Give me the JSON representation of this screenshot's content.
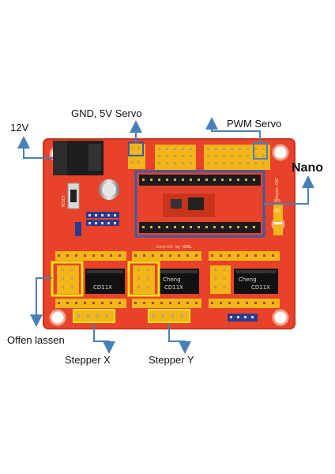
{
  "labels": {
    "gnd_5v_servo": "GND, 5V Servo",
    "pwm_servo": "PWM Servo",
    "v12": "12V",
    "nano": "Nano",
    "offen_lassen": "Offen lassen",
    "stepper_x": "Stepper X",
    "stepper_y": "Stepper Y"
  },
  "board": {
    "silk_control": "Control by GRBL",
    "silk_brand": "Keyes-CNC",
    "silk_reset": "RESET",
    "silk_gnd": "GND",
    "silk_3v3": "3V3",
    "driver_marking": "CD11X",
    "driver_brand": "Cheng"
  },
  "colors": {
    "pcb": "#e8432a",
    "header_yellow": "#f2b51a",
    "highlight_yellow": "#f5e21a",
    "nano_frame": "#3a5aa8",
    "arrow": "#4a80b8",
    "callout_line": "#5a8ac0"
  },
  "icons": [
    "dc-jack",
    "reset-button",
    "capacitor",
    "stepper-driver-heatsink",
    "arrow"
  ]
}
